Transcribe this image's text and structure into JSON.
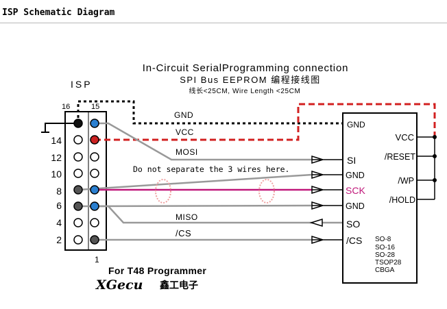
{
  "header": {
    "title": "ISP Schematic Diagram"
  },
  "diagram": {
    "title": "In-Circuit SerialProgramming connection",
    "subtitle": "SPI Bus EEPROM 编程接线图",
    "length_note": "线长<25CM, Wire Length <25CM",
    "isp_label": "ISP",
    "pin16": "16",
    "pin15": "15",
    "pin1": "1",
    "left_numbers": [
      "14",
      "12",
      "10",
      "8",
      "6",
      "4",
      "2"
    ],
    "note": "Do not separate the 3 wires here.",
    "wires": {
      "gnd": "GND",
      "vcc": "VCC",
      "mosi": "MOSI",
      "miso": "MISO",
      "cs": "/CS"
    },
    "chip_pins_left": [
      "GND",
      "SI",
      "GND",
      "SCK",
      "GND",
      "SO",
      "/CS"
    ],
    "chip_pins_right": [
      "VCC",
      "/RESET",
      "/WP",
      "/HOLD"
    ],
    "packages": [
      "SO-8",
      "SO-16",
      "SO-28",
      "TSOP28",
      "CBGA"
    ],
    "programmer": "For T48 Programmer",
    "brand": "XGecu",
    "brand_cn": "鑫工电子",
    "colors": {
      "vcc": "#d22020",
      "sck": "#c0187a",
      "signal": "#999999",
      "pin_blue": "#2a7fd0",
      "pin_red": "#cc2222"
    }
  }
}
